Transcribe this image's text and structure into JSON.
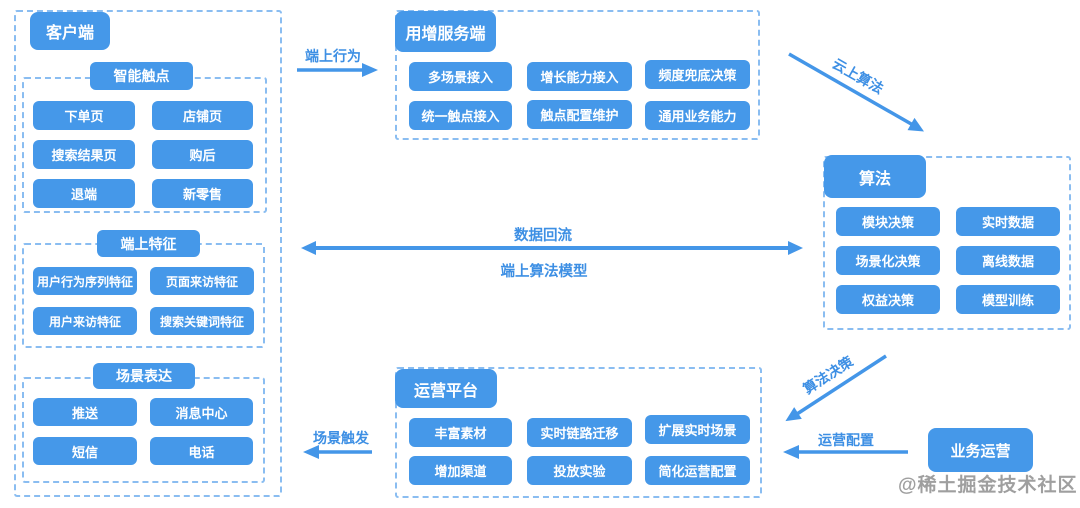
{
  "colors": {
    "node_blue": "#4598e9",
    "dashed_border_blue": "#8abdf1",
    "arrow_blue": "#4496e8",
    "label_blue": "#3d8fe4",
    "node_text": "#ffffff",
    "watermark_gray": "#8f8f8f",
    "background": "#ffffff"
  },
  "client": {
    "title": "客户端",
    "sections": [
      {
        "title": "智能触点",
        "items": [
          "下单页",
          "店铺页",
          "搜索结果页",
          "购后",
          "退端",
          "新零售"
        ]
      },
      {
        "title": "端上特征",
        "items": [
          "用户行为序列特征",
          "页面来访特征",
          "用户来访特征",
          "搜索关键词特征"
        ]
      },
      {
        "title": "场景表达",
        "items": [
          "推送",
          "消息中心",
          "短信",
          "电话"
        ]
      }
    ]
  },
  "growth_service": {
    "title": "用增服务端",
    "items": [
      "多场景接入",
      "增长能力接入",
      "频度兜底决策",
      "统一触点接入",
      "触点配置维护",
      "通用业务能力"
    ]
  },
  "algorithm": {
    "title": "算法",
    "items": [
      "模块决策",
      "实时数据",
      "场景化决策",
      "离线数据",
      "权益决策",
      "模型训练"
    ]
  },
  "operation_platform": {
    "title": "运营平台",
    "items": [
      "丰富素材",
      "实时链路迁移",
      "扩展实时场景",
      "增加渠道",
      "投放实验",
      "简化运营配置"
    ]
  },
  "business_operation": {
    "title": "业务运营"
  },
  "arrows": {
    "device_behavior": "端上行为",
    "cloud_algorithm": "云上算法",
    "data_backflow": "数据回流",
    "device_algorithm_model": "端上算法模型",
    "algorithm_decision": "算法决策",
    "operation_config": "运营配置",
    "scene_trigger": "场景触发"
  },
  "watermark": "@稀土掘金技术社区"
}
